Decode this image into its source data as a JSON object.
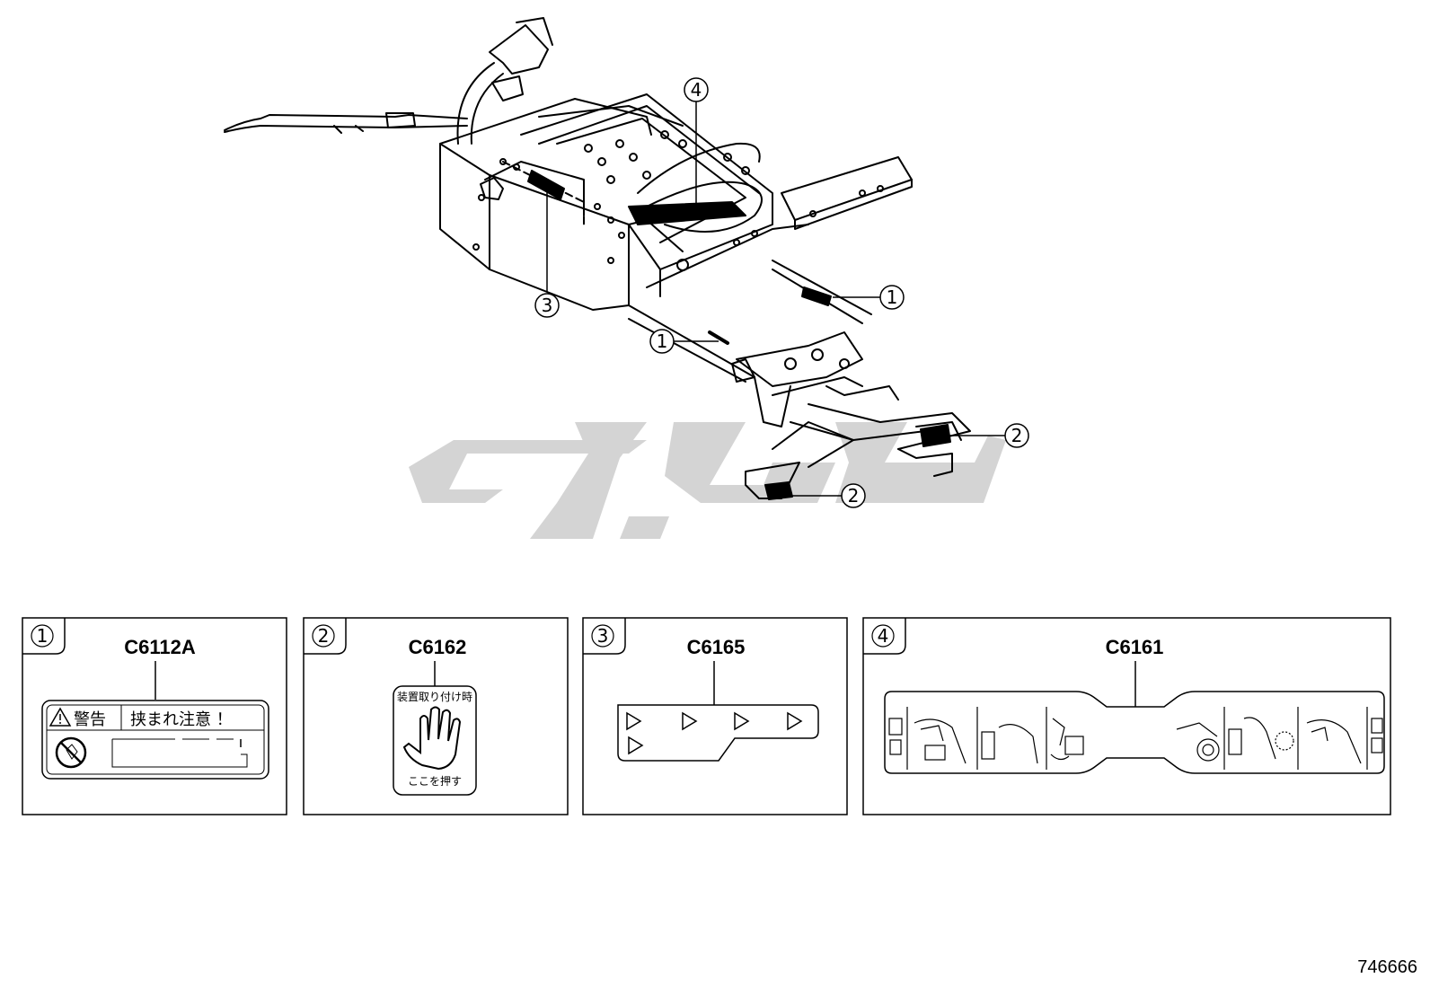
{
  "diagram_id": "746666",
  "callouts": {
    "one": "1",
    "two": "2",
    "three": "3",
    "four": "4"
  },
  "panels": [
    {
      "num": "1",
      "code": "C6112A",
      "label_warning": "警告",
      "label_caution": "挟まれ注意 ！"
    },
    {
      "num": "2",
      "code": "C6162",
      "label_top": "装置取り付け時",
      "label_bottom": "ここを押す"
    },
    {
      "num": "3",
      "code": "C6165"
    },
    {
      "num": "4",
      "code": "C6161"
    }
  ]
}
